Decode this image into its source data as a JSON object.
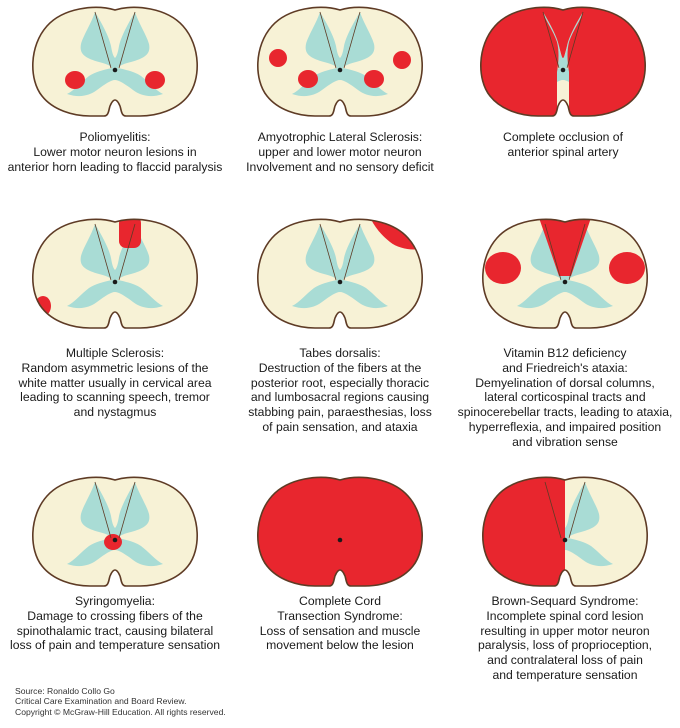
{
  "colors": {
    "cord_fill": "#f7f2d6",
    "cord_outline": "#5e3b25",
    "gray_matter": "#a9dcd5",
    "lesion": "#e8262e"
  },
  "panels": [
    {
      "lines": [
        "Poliomyelitis:",
        "Lower motor neuron lesions in",
        "anterior horn leading to flaccid paralysis"
      ]
    },
    {
      "lines": [
        "Amyotrophic Lateral Sclerosis:",
        "upper and lower motor neuron",
        "Involvement and no sensory deficit"
      ]
    },
    {
      "lines": [
        "Complete occlusion of",
        "anterior spinal artery"
      ]
    },
    {
      "lines": [
        "Multiple Sclerosis:",
        "Random asymmetric lesions of the",
        "white matter usually in cervical area",
        "leading to scanning speech, tremor",
        "and nystagmus"
      ]
    },
    {
      "lines": [
        "Tabes dorsalis:",
        "Destruction of the fibers at the",
        "posterior root, especially thoracic",
        "and lumbosacral regions causing",
        "stabbing pain, paraesthesias, loss",
        "of pain sensation, and ataxia"
      ]
    },
    {
      "lines": [
        "Vitamin B12 deficiency",
        "and Friedreich's ataxia:",
        "Demyelination of dorsal columns,",
        "lateral corticospinal tracts and",
        "spinocerebellar tracts, leading to ataxia,",
        "hyperreflexia, and impaired position",
        "and vibration sense"
      ]
    },
    {
      "lines": [
        "Syringomyelia:",
        "Damage to crossing fibers of the",
        "spinothalamic tract, causing bilateral",
        "loss of pain and temperature sensation"
      ]
    },
    {
      "lines": [
        "Complete Cord",
        "Transection Syndrome:",
        "Loss of sensation and muscle",
        "movement below the lesion"
      ]
    },
    {
      "lines": [
        "Brown-Sequard Syndrome:",
        "Incomplete spinal cord lesion",
        "resulting in upper motor neuron",
        "paralysis, loss of proprioception,",
        "and contralateral loss of pain",
        "and temperature sensation"
      ]
    }
  ],
  "source": {
    "line1": "Source: Ronaldo Collo Go",
    "line2": "Critical Care Examination and Board Review.",
    "line3": "Copyright © McGraw-Hill Education. All rights reserved."
  }
}
